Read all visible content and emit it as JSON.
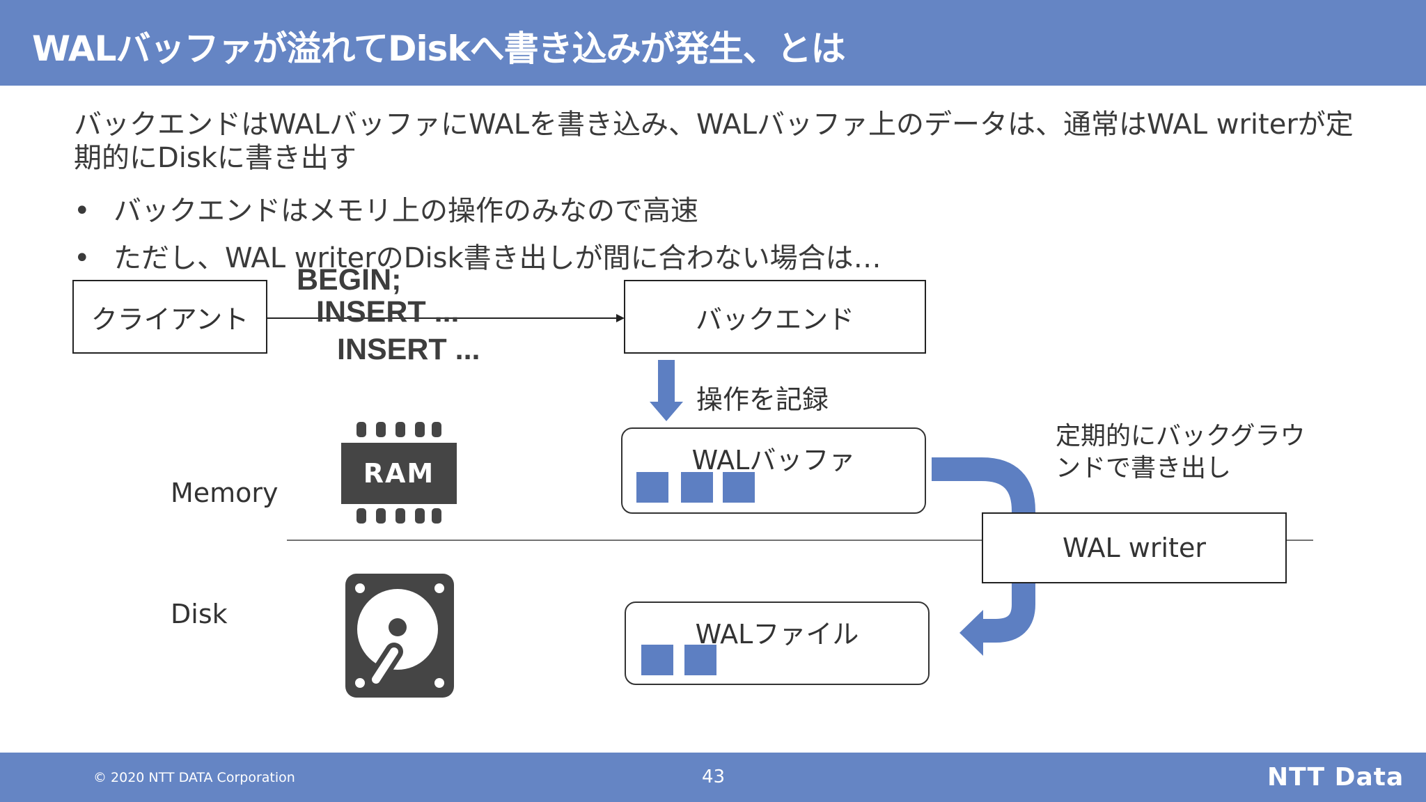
{
  "header": {
    "title": "WALバッファが溢れてDiskへ書き込みが発生、とは"
  },
  "body": {
    "intro": "バックエンドはWALバッファにWALを書き込み、WALバッファ上のデータは、通常はWAL writerが定期的にDiskに書き出す",
    "bullets": [
      "バックエンドはメモリ上の操作のみなので高速",
      "ただし、WAL writerのDisk書き出しが間に合わない場合は…"
    ]
  },
  "diagram": {
    "client_label": "クライアント",
    "backend_label": "バックエンド",
    "sql": {
      "line1": "BEGIN;",
      "line2": "INSERT ...",
      "line3": "INSERT ..."
    },
    "record_label": "操作を記録",
    "memory_label": "Memory",
    "disk_label": "Disk",
    "ram_label": "RAM",
    "wal_buffer_label": "WALバッファ",
    "wal_file_label": "WALファイル",
    "wal_writer_label": "WAL writer",
    "background_write_label": "定期的にバックグラウンドで書き出し",
    "wal_buffer_blocks": 3,
    "wal_file_blocks": 2
  },
  "footer": {
    "copyright": "© 2020 NTT DATA Corporation",
    "page_number": "43",
    "logo_text": "NTT Data"
  },
  "colors": {
    "accent": "#6585c4",
    "block": "#5d7fc2",
    "icon": "#454545"
  }
}
